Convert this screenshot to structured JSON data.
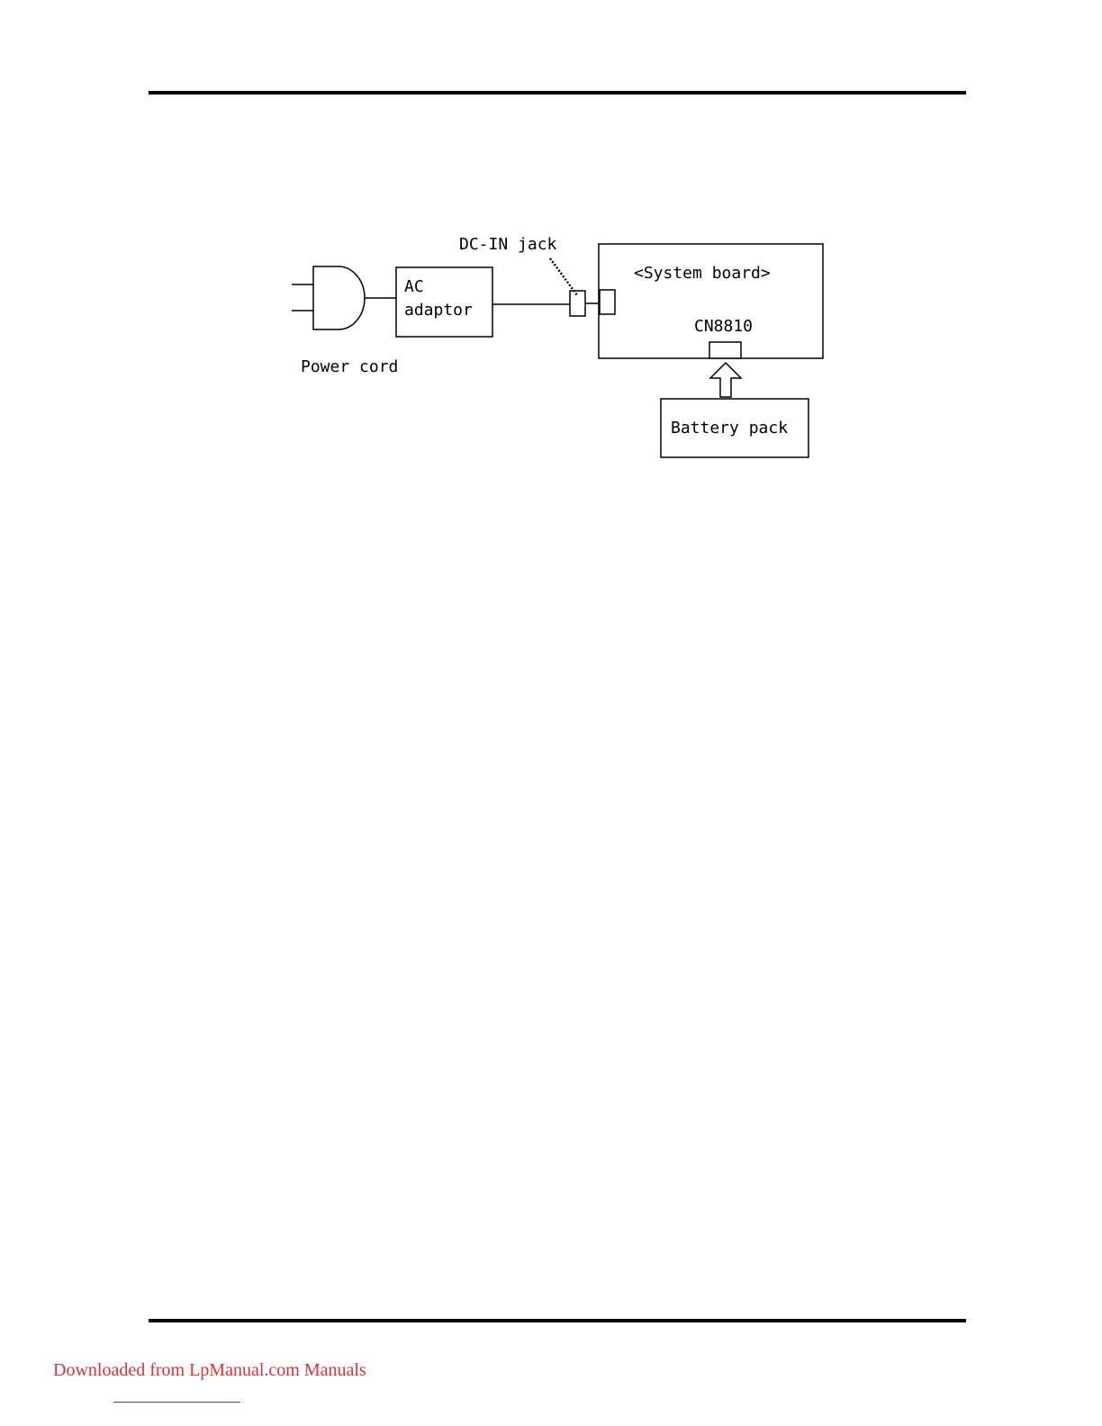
{
  "header": {
    "rule_color": "#000000"
  },
  "diagram": {
    "labels": {
      "dc_in_jack": "DC-IN jack",
      "system_board": "<System board>",
      "ac_line1": "AC",
      "ac_line2": "adaptor",
      "connector": "CN8810",
      "power_cord": "Power cord",
      "battery_pack": "Battery pack"
    },
    "colors": {
      "stroke": "#000000",
      "fill": "#ffffff"
    }
  },
  "footer": {
    "link_text": "Downloaded from LpManual.com Manuals",
    "link_color": "#d9323c",
    "underline_color": "#3344cc"
  }
}
